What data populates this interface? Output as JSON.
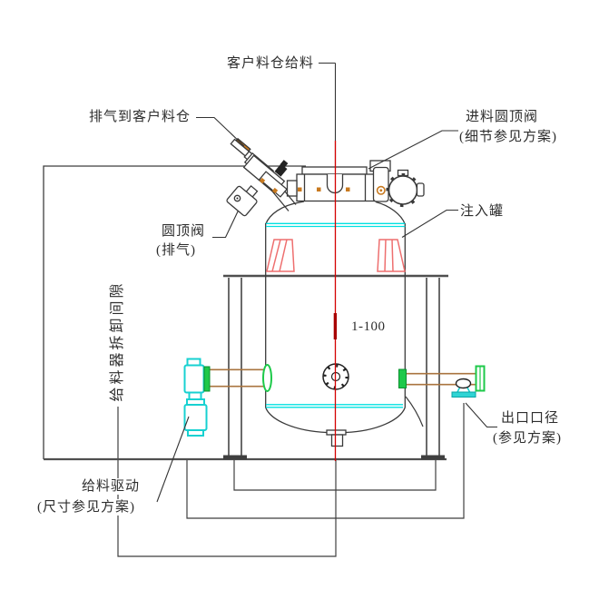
{
  "diagram": {
    "type": "engineering-cad-drawing",
    "subject": "injection tank with dome valves, feeder drive and outlet",
    "labels": {
      "feed_source": "客户料仓给料",
      "exhaust_to_silo": "排气到客户料仓",
      "feed_dome_valve_line1": "进料圆顶阀",
      "feed_dome_valve_line2": "(细节参见方案)",
      "injection_tank": "注入罐",
      "exhaust_dome_valve_line1": "圆顶阀",
      "exhaust_dome_valve_line2": "(排气)",
      "feeder_clearance": "给料器拆卸间隙",
      "scale": "1-100",
      "outlet_line1": "出口口径",
      "outlet_line2": "(参见方案)",
      "feed_drive_line1": "给料驱动",
      "feed_drive_line2": "(尺寸参见方案)"
    },
    "colors": {
      "line": "#3a3a3a",
      "structure_gray": "#4f4f4f",
      "centerline_red": "#d40000",
      "weld_seam_cyan": "#00e0e0",
      "equipment_cyan": "#17d1d1",
      "flange_green": "#1ec94a",
      "pipe_brown": "#a9743f",
      "support_lug_red": "#ee6f6f",
      "bolt_orange": "#c8791f"
    }
  }
}
